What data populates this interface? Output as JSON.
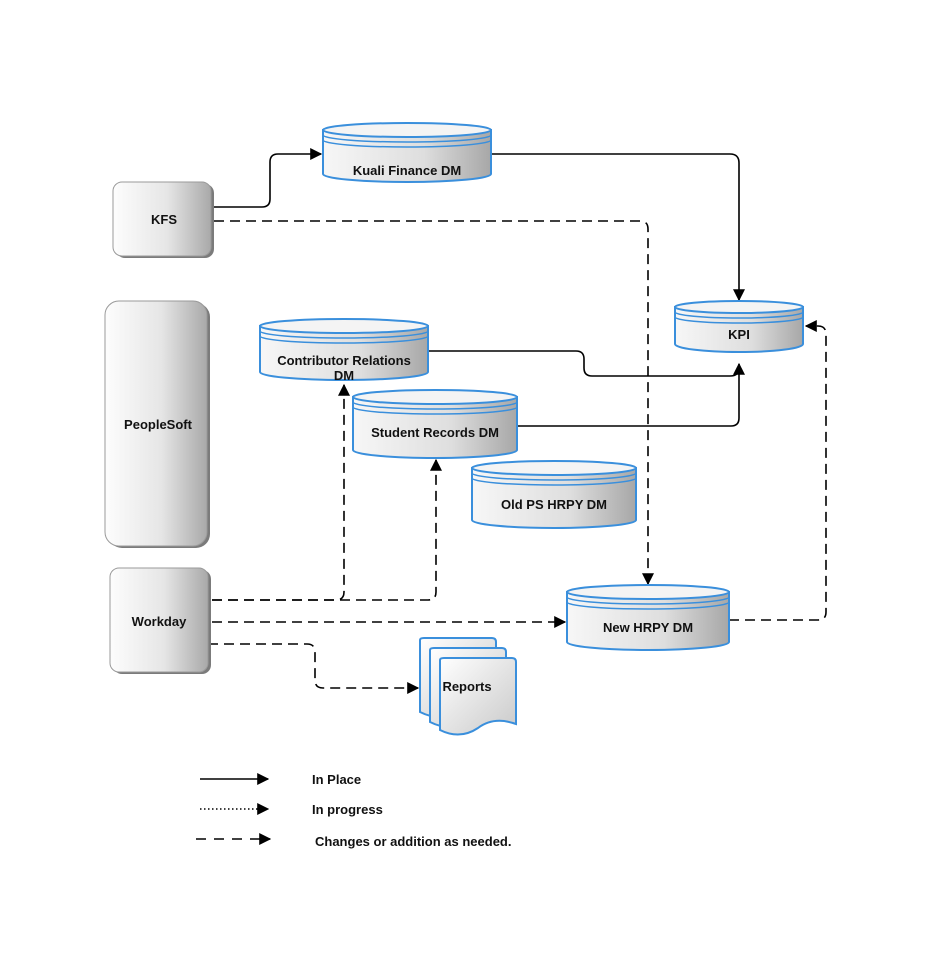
{
  "sources": {
    "kfs": "KFS",
    "peoplesoft": "PeopleSoft",
    "workday": "Workday"
  },
  "datamarts": {
    "kuali_finance": "Kuali Finance DM",
    "kpi": "KPI",
    "contributor_relations_line1": "Contributor Relations",
    "contributor_relations_line2": "DM",
    "student_records": "Student Records DM",
    "old_ps_hrpy": "Old PS HRPY DM",
    "new_hrpy": "New HRPY DM"
  },
  "reports": "Reports",
  "legend": {
    "in_place": "In Place",
    "in_progress": "In progress",
    "changes": "Changes or addition as needed."
  },
  "colors": {
    "cylinder_border": "#3a8fdc",
    "box_fill_light": "#f2f2f2",
    "box_fill_dark": "#b5b5b5",
    "line": "#000000"
  }
}
